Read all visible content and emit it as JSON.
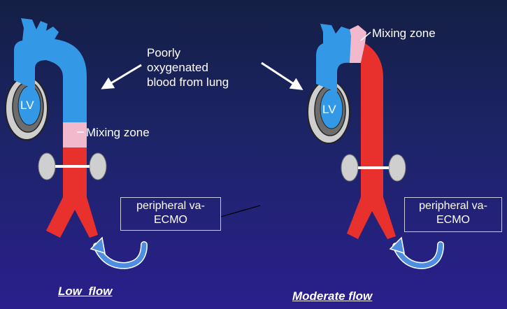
{
  "colors": {
    "deoxygenated": "#3399e6",
    "oxygenated": "#e8302c",
    "mixing": "#f2b8cc",
    "heart_outline": "#c4c4c4",
    "kidney": "#cfcfcf",
    "flow_arrow": "#4d8ee0"
  },
  "labels": {
    "lv": "LV",
    "mixing_zone": "Mixing zone",
    "lung_note": [
      "Poorly",
      "oxygenated",
      "blood from lung"
    ],
    "ecmo": [
      "peripheral va-",
      "ECMO"
    ]
  },
  "captions": {
    "low": "Low  flow",
    "moderate": "Moderate flow"
  }
}
